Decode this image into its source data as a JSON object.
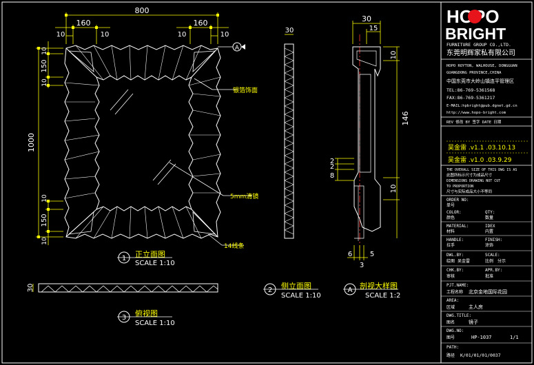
{
  "colors": {
    "background": "#000000",
    "frame": "#ffffff",
    "dimension": "#ffff00",
    "annotation": "#ffff00",
    "leader": "#ffffff",
    "center_line": "#ff3333",
    "logo_red": "#e8141b",
    "title_white": "#ffffff",
    "title_yellow": "#ffff00",
    "cyan": "#00ffff"
  },
  "front_view": {
    "dims": {
      "overall_width": "800",
      "left_inset": "160",
      "right_inset": "160",
      "left_gap": "10",
      "left_gap2": "10",
      "right_gap": "10",
      "right_gap2": "10",
      "overall_height": "1000",
      "top_150": "150",
      "top_10a": "10",
      "top_10b": "10",
      "bot_10a": "10",
      "bot_10b": "10",
      "bot_150": "150"
    },
    "section_marker": "A",
    "labels": {
      "frame": "银箔饰面",
      "glass": "5mm清镜",
      "trim": "14线条"
    },
    "caption": {
      "number": "1",
      "title": "正立面图",
      "scale": "SCALE 1:10"
    }
  },
  "plan_view": {
    "dim": "30",
    "caption": {
      "number": "3",
      "title": "俯视图",
      "scale": "SCALE 1:10"
    }
  },
  "side_view": {
    "dim": "30",
    "caption": {
      "number": "2",
      "title": "侧立面图",
      "scale": "SCALE 1:10"
    }
  },
  "detail_view": {
    "dims": {
      "top_width": "30",
      "top_inner": "15",
      "right_top": "10",
      "right_main": "146",
      "right_bottom": "10",
      "left_2a": "2",
      "left_2b": "2",
      "left_8": "8",
      "bot_6": "6",
      "bot_3": "3",
      "bot_5": "5"
    },
    "caption": {
      "number": "A",
      "title": "剖视大样图",
      "scale": "SCALE 1:2"
    }
  },
  "title_block": {
    "logo_line1": "HOPO",
    "logo_line2": "BRIGHT",
    "company_en": "FURNITURE GROUP CO.,LTD.",
    "company_cn": "东莞明辉家私有限公司",
    "address_en_1": "HOPO ROYTON, WALHOUSE, DONGGUAN",
    "address_en_2": "GUANGDONG PROVINCE,CHINA",
    "address_cn": "中国东莞市大岭山镇连平管理区",
    "tel": "TEL:86-769-5361568",
    "fax": "FAX:86-769-5361217",
    "email": "E-MAIL:hpbright@pub.dgnet.gd.cn",
    "web": "http://www.hopo-bright.com",
    "rev_header": "REV 修改   BY 签字   DATE 日期",
    "revision_1": "吴金雷 .v1.1 .03.10.13",
    "revision_2": "吴金雷 .v1.0 .03.9.29",
    "note_en_1": "THE OVERALL SIZE OF THIS DWG IS AS",
    "note_cn_1": "此图所标示尺寸为成品尺寸",
    "note_en_2": "DIMENSIONS DRAWING NOT CUT",
    "note_en_3": "TO PROPORTION",
    "note_cn_2": "尺寸与实际成品大小不等同",
    "order_label": "ORDER NO:",
    "order_cn": "单号",
    "color_label": "COLOR:",
    "color_cn": "颜色",
    "qty_label": "QTY:",
    "qty_cn": "数量",
    "material_label": "MATERIAL:",
    "material_cn": "材料",
    "material_value": "IDEX",
    "material_value_cn": "内置",
    "handle_label": "HANDLE:",
    "handle_cn": "拉手",
    "finish_label": "FINISH:",
    "finish_cn": "涂饰",
    "dwl_by_label": "DWL.BY:",
    "dwl_by_cn": "绘图",
    "dwl_by_value": "吴金雷",
    "scale_label": "SCALE:",
    "scale_cn": "比例",
    "scale_value": "分示",
    "chk_label": "CHK.BY:",
    "chk_cn": "审核",
    "apr_label": "APR.BY:",
    "apr_cn": "批准",
    "proj_label": "PJT.NAME:",
    "proj_cn": "工程名称",
    "proj_value": "北京金地国际花园",
    "area_label": "AREA:",
    "area_cn": "区域",
    "area_value": "主人房",
    "dwg_title_label": "DWG.TITLE:",
    "dwg_title_cn": "图名",
    "dwg_title_value": "镜子",
    "dwg_no_label": "DWG.NO:",
    "dwg_no_cn": "图号",
    "dwg_no_value": "HP-1037",
    "sheet": "1/1",
    "path_label": "PATH:",
    "path_cn": "路径",
    "path_value": "K/01/01/01/0037"
  }
}
